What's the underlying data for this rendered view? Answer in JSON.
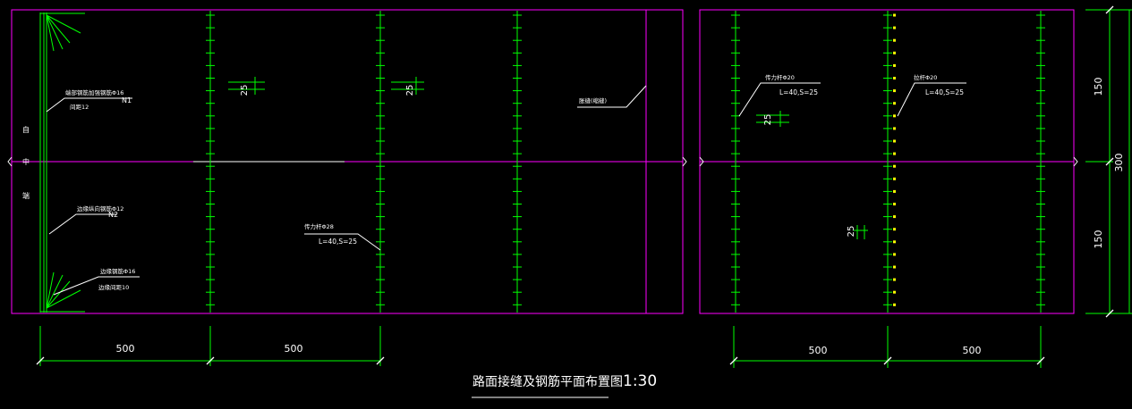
{
  "drawing": {
    "title": "路面接缝及钢筋平面布置图",
    "scale": "1:30",
    "colors": {
      "background": "#000000",
      "outline": "#ff00ff",
      "rebar": "#00ff00",
      "text": "#ffffff",
      "tie": "#ffff00"
    }
  },
  "left_panel": {
    "side_labels": [
      "自",
      "中",
      "端"
    ],
    "callout_n1_line1": "端部钢筋加强钢筋Φ16",
    "callout_n1_mark": "N1",
    "callout_n1_line2": "间距12",
    "callout_n2_line1": "边缘纵向钢筋Φ12",
    "callout_n2_mark": "N2",
    "callout_n3_line1": "边缘钢筋Φ16",
    "callout_n3_line2": "边缘间距10",
    "dowel_line1": "传力杆Φ28",
    "dowel_line2": "L=40,S=25",
    "joint_label": "胀缝(缩缝)",
    "spacing_a": "25",
    "spacing_b": "25",
    "dim_1": "500",
    "dim_2": "500"
  },
  "right_panel": {
    "callout_a_line1": "传力杆Φ20",
    "callout_a_line2": "L=40,S=25",
    "callout_b_line1": "拉杆Φ20",
    "callout_b_line2": "L=40,S=25",
    "spacing_a": "25",
    "spacing_b": "25",
    "dim_1": "500",
    "dim_2": "500",
    "dim_v1": "150",
    "dim_v2": "150",
    "dim_total": "300"
  }
}
